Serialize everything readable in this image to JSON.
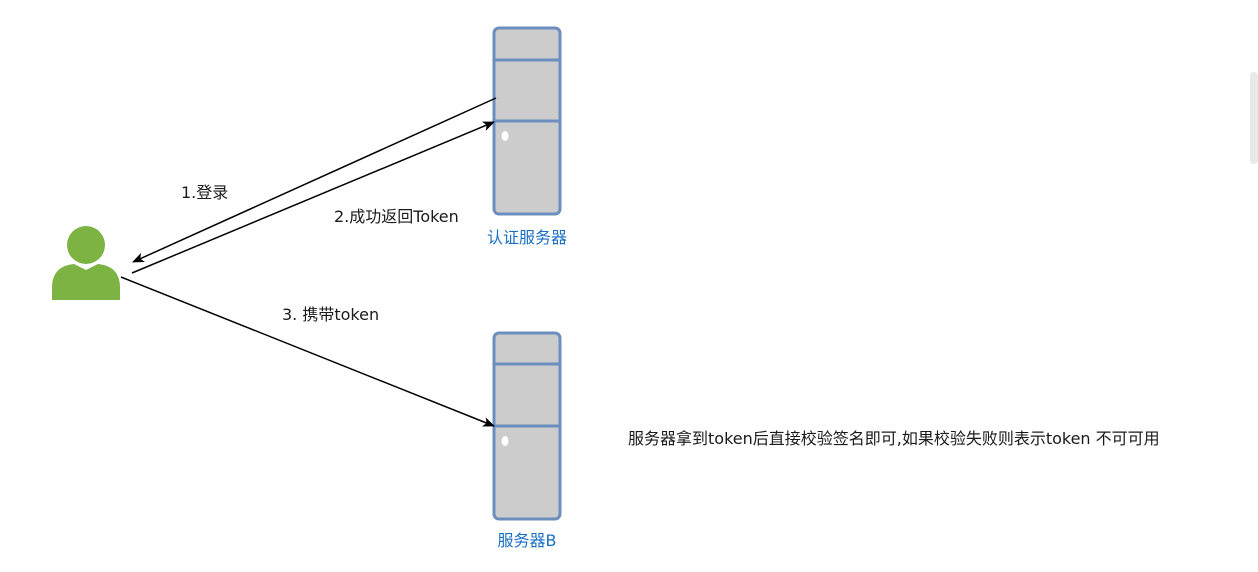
{
  "user": {
    "icon": "user-icon",
    "color": "#7cb342"
  },
  "auth_server": {
    "label": "认证服务器",
    "icon": "server-icon"
  },
  "server_b": {
    "label": "服务器B",
    "icon": "server-icon"
  },
  "steps": {
    "login": "1.登录",
    "return_token": "2.成功返回Token",
    "carry_token": "3. 携带token"
  },
  "note": "服务器拿到token后直接校验签名即可,如果校验失败则表示token 不可可用",
  "colors": {
    "server_fill": "#cccccc",
    "server_stroke": "#6c8ebf",
    "server_label": "#1a6fc4",
    "arrow": "#000000"
  }
}
